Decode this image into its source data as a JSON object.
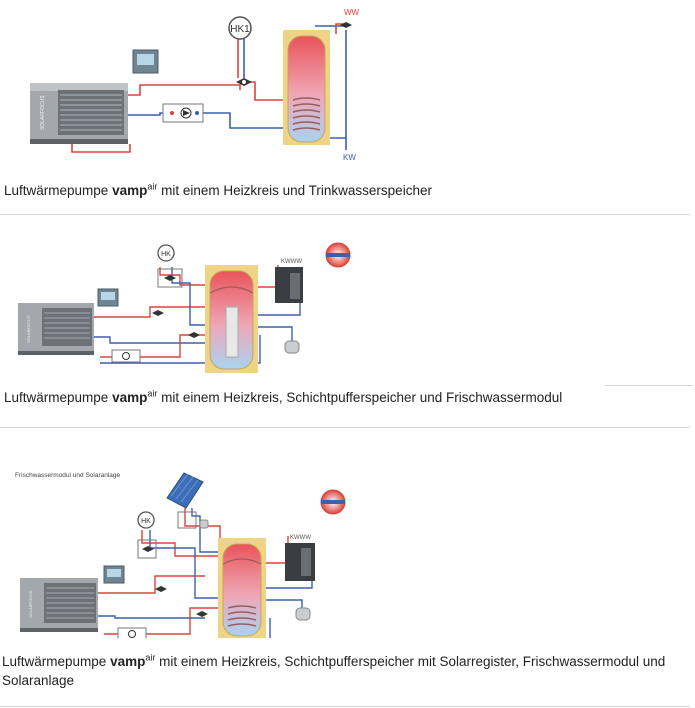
{
  "items": [
    {
      "caption_prefix": "Luftwärmepumpe ",
      "caption_brand": "vamp",
      "caption_sup": "air",
      "caption_suffix": " mit einem Heizkreis und Trinkwasserspeicher",
      "labels": {
        "hk": "HK1",
        "ww": "WW",
        "kw": "KW",
        "unit_brand": "SOLARFOCUS"
      }
    },
    {
      "caption_prefix": "Luftwärmepumpe ",
      "caption_brand": "vamp",
      "caption_sup": "air",
      "caption_suffix": " mit einem Heizkreis, Schichtpufferspeicher und Frischwassermodul",
      "labels": {
        "hk": "HK",
        "module": "KWWW",
        "unit_brand": "SOLARFOCUS"
      }
    },
    {
      "heading": "Frischwassermodul und Solaranlage",
      "caption_prefix": "Luftwärmepumpe ",
      "caption_brand": "vamp",
      "caption_sup": "air",
      "caption_suffix": " mit einem Heizkreis, Schichtpufferspeicher mit Solarregister, Frischwassermodul und Solaranlage",
      "labels": {
        "hk": "HK",
        "module": "KWWW",
        "unit_brand": "SOLARFOCUS"
      }
    }
  ],
  "colors": {
    "hot": "#d9453d",
    "cold": "#3d5fb0",
    "tank_frame": "#efd488",
    "unit": "#9a9fa6",
    "unit_dark": "#5d6168",
    "text": "#222222",
    "rule": "#d6d6d6"
  }
}
